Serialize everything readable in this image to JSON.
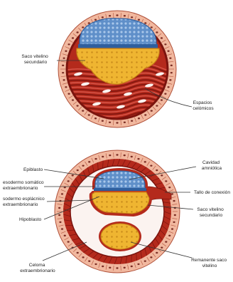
{
  "colors": {
    "background": "#ffffff",
    "cytotrophoblast": "#f1b89f",
    "cell_border": "#b0513a",
    "nucleus": "#7a2d24",
    "mesoderm": "#b42a1c",
    "mesoderm_dark": "#7b140e",
    "mesoderm_light": "#d9574a",
    "cavity": "#fbf3f0",
    "amnion": "#5f8fc9",
    "amnion_light": "#a9c7ea",
    "yolk": "#efb531",
    "yolk_light": "#f8d670",
    "epiblast_edge": "#2f5f9e",
    "line": "#333333"
  },
  "diagrams": {
    "top": {
      "labels": {
        "saco_vitelino": [
          "Saco vitelino",
          "secundario"
        ],
        "espacios": [
          "Espacios",
          "celómicos"
        ]
      }
    },
    "bottom": {
      "labels": {
        "epiblasto": [
          "Epiblasto"
        ],
        "mesodermo_somatico": [
          "esodermo somático",
          "extraembrionario"
        ],
        "mesodermo_esplacnico": [
          "sodermo esplácnico",
          "extraembrionario"
        ],
        "hipoblasto": [
          "Hipoblasto"
        ],
        "celoma": [
          "Celoma",
          "extraembrionario"
        ],
        "cavidad": [
          "Cavidad",
          "amniótica"
        ],
        "tallo": [
          "Tallo de conexión"
        ],
        "saco_vitelino": [
          "Saco vitelino",
          "secundario"
        ],
        "remanente": [
          "Remanente saco",
          "vitelino"
        ]
      }
    }
  }
}
